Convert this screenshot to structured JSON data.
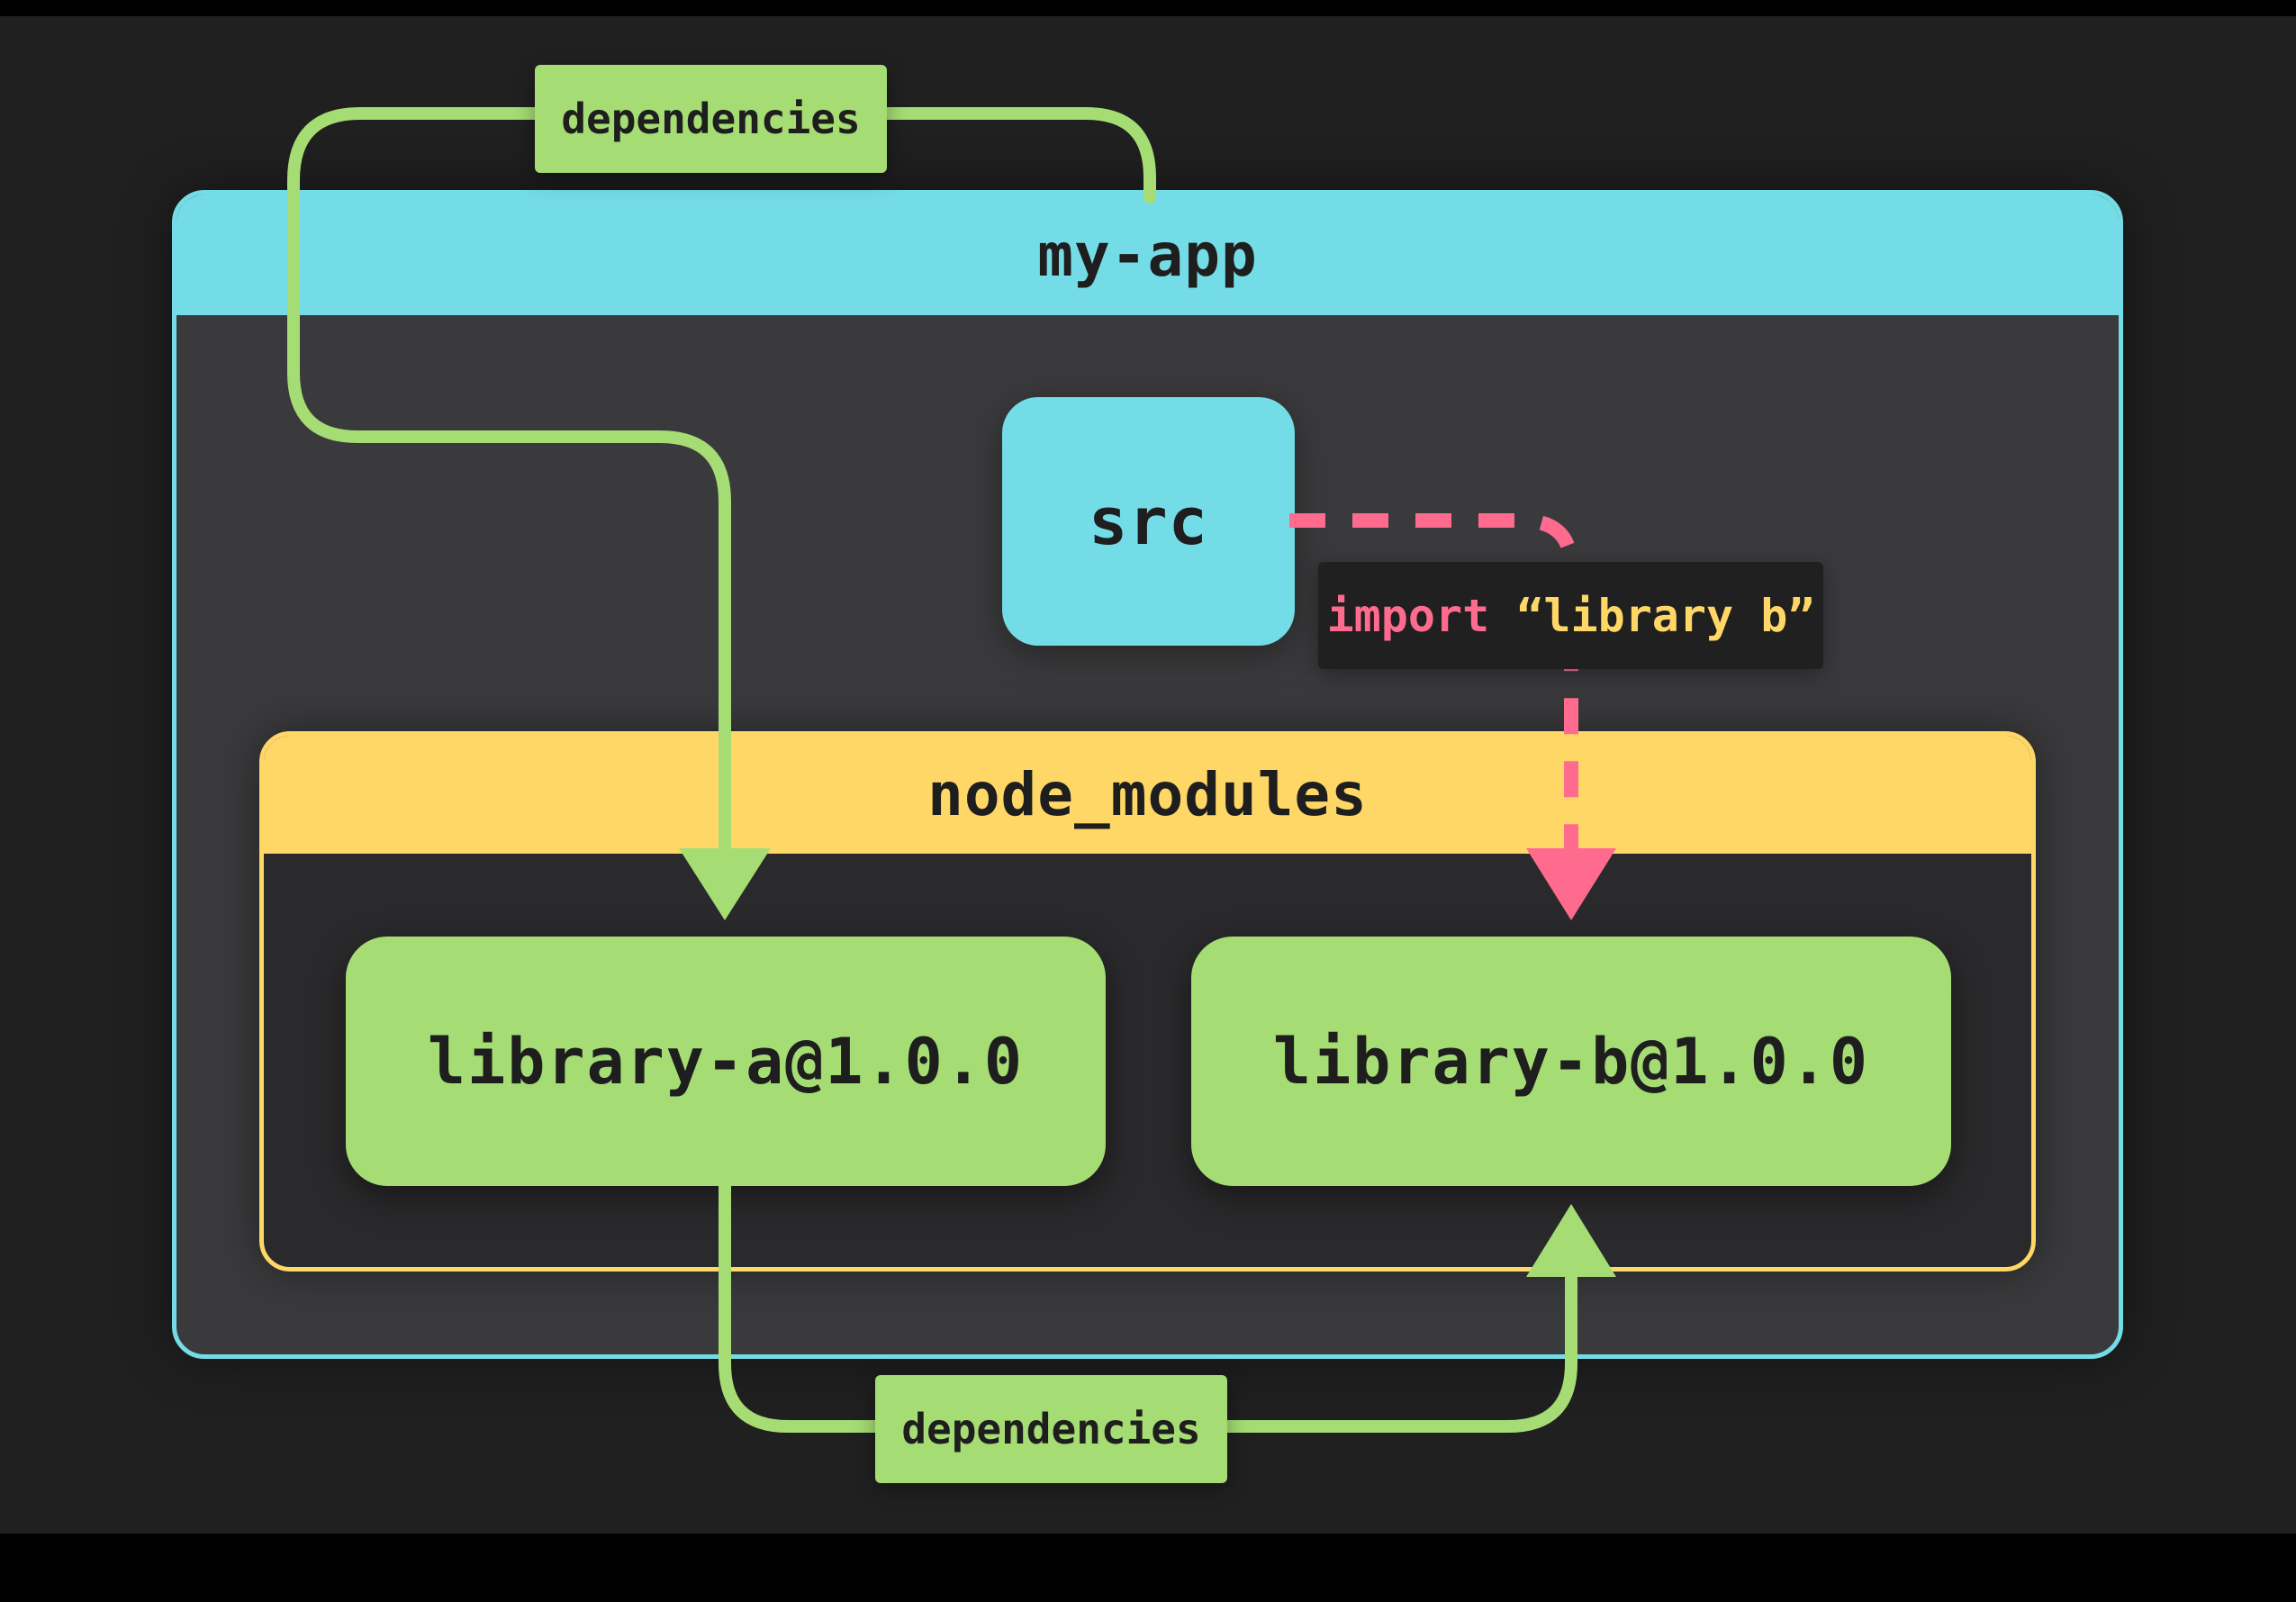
{
  "diagram": {
    "app": {
      "title": "my-app"
    },
    "src": {
      "label": "src"
    },
    "node_modules": {
      "title": "node_modules"
    },
    "libraries": [
      {
        "label": "library-a@1.0.0"
      },
      {
        "label": "library-b@1.0.0"
      }
    ],
    "edges": {
      "app_dependencies": {
        "label": "dependencies"
      },
      "lib_a_dependencies": {
        "label": "dependencies"
      },
      "src_import": {
        "keyword": "import",
        "target": "“library b”"
      }
    }
  },
  "colors": {
    "background": "#202020",
    "app_accent": "#74dce6",
    "node_modules_accent": "#ffd766",
    "library_fill": "#a5dc74",
    "dependency_edge": "#a5dc74",
    "import_edge": "#ff6b8e",
    "text_dark": "#1e1e1e"
  }
}
